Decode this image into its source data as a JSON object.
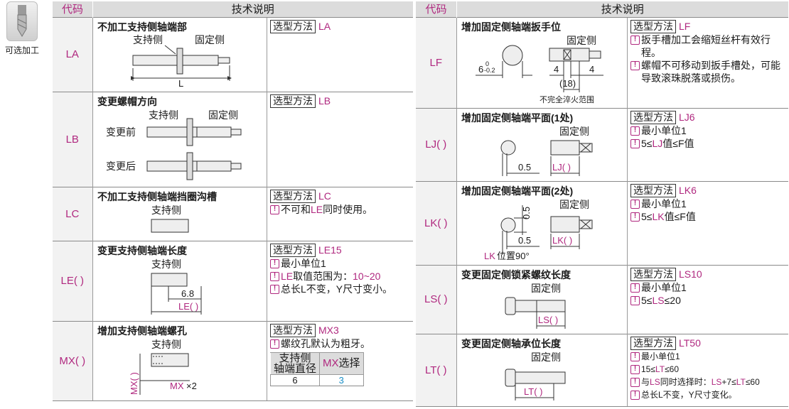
{
  "side": {
    "label": "可选加工"
  },
  "headers": {
    "code": "代码",
    "desc": "技术说明"
  },
  "method_label": "选型方法",
  "left": {
    "LA": {
      "code": "LA",
      "title": "不加工支持侧轴端部",
      "support": "支持侧",
      "fixed": "固定侧",
      "dimL": "L",
      "method": "LA"
    },
    "LB": {
      "code": "LB",
      "title": "变更螺帽方向",
      "support": "支持侧",
      "fixed": "固定侧",
      "before": "变更前",
      "after": "变更后",
      "method": "LB"
    },
    "LC": {
      "code": "LC",
      "title": "不加工支持侧轴端挡圈沟槽",
      "support": "支持侧",
      "method": "LC",
      "note_pre": "不可和",
      "note_hl": "LE",
      "note_post": "同时使用。"
    },
    "LE": {
      "code": "LE( )",
      "title": "变更支持侧轴端长度",
      "support": "支持侧",
      "dim": "6.8",
      "dimLE": "LE( )",
      "method": "LE15",
      "note1": "最小单位1",
      "note2_hl": "LE",
      "note2_mid": "取值范围为：",
      "note2_range": "10~20",
      "note3": "总长L不变，Y尺寸变小。"
    },
    "MX": {
      "code": "MX( )",
      "title": "增加支持侧轴端螺孔",
      "support": "支持侧",
      "dimMX": "MX( )",
      "dimMX2": "MX",
      "dimMX2b": "×2",
      "method": "MX3",
      "note1": "螺纹孔默认为粗牙。",
      "tbl_h1a": "支持侧",
      "tbl_h1b": "轴端直径",
      "tbl_h2_hl": "MX",
      "tbl_h2": "选择",
      "tbl_v1": "6",
      "tbl_v2": "3"
    }
  },
  "right": {
    "LF": {
      "code": "LF",
      "title": "增加固定侧轴端扳手位",
      "fixed": "固定侧",
      "dim6": "6",
      "tol_up": "0",
      "tol_dn": "-0.2",
      "dim4a": "4",
      "dim4b": "4",
      "dim18": "(18)",
      "caption": "不完全淬火范围",
      "method": "LF",
      "note1": "扳手槽加工会缩短丝杆有效行程。",
      "note2": "螺帽不可移动到扳手槽处，可能导致滚珠脱落或损伤。"
    },
    "LJ": {
      "code": "LJ( )",
      "title": "增加固定侧轴端平面(1处)",
      "fixed": "固定侧",
      "dim": "0.5",
      "dimLJ": "LJ( )",
      "method": "LJ6",
      "note1": "最小单位1",
      "note2_pre": "5≤",
      "note2_hl": "LJ",
      "note2_post": "值≤F值"
    },
    "LK": {
      "code": "LK( )",
      "title": "增加固定侧轴端平面(2处)",
      "fixed": "固定侧",
      "dim": "0.5",
      "dimV": "0.5",
      "dimLK": "LK( )",
      "pos_hl": "LK",
      "pos": "位置90°",
      "method": "LK6",
      "note1": "最小单位1",
      "note2_pre": "5≤",
      "note2_hl": "LK",
      "note2_post": "值≤F值"
    },
    "LS": {
      "code": "LS( )",
      "title": "变更固定侧锁紧螺纹长度",
      "fixed": "固定侧",
      "dimLS": "LS( )",
      "method": "LS10",
      "note1": "最小单位1",
      "note2_pre": "5≤",
      "note2_hl": "LS",
      "note2_post": "≤20"
    },
    "LT": {
      "code": "LT( )",
      "title": "变更固定侧轴承位长度",
      "fixed": "固定侧",
      "dimLT": "LT( )",
      "method": "LT50",
      "note1": "最小单位1",
      "note2_pre": "15≤",
      "note2_hl": "LT",
      "note2_post": "≤60",
      "note3_pre": "与",
      "note3_hl1": "LS",
      "note3_mid": "同时选择时：",
      "note3_hl2": "LS",
      "note3_mid2": "+7≤",
      "note3_hl3": "LT",
      "note3_post": "≤60",
      "note4": "总长L不变，Y尺寸变化。"
    }
  }
}
